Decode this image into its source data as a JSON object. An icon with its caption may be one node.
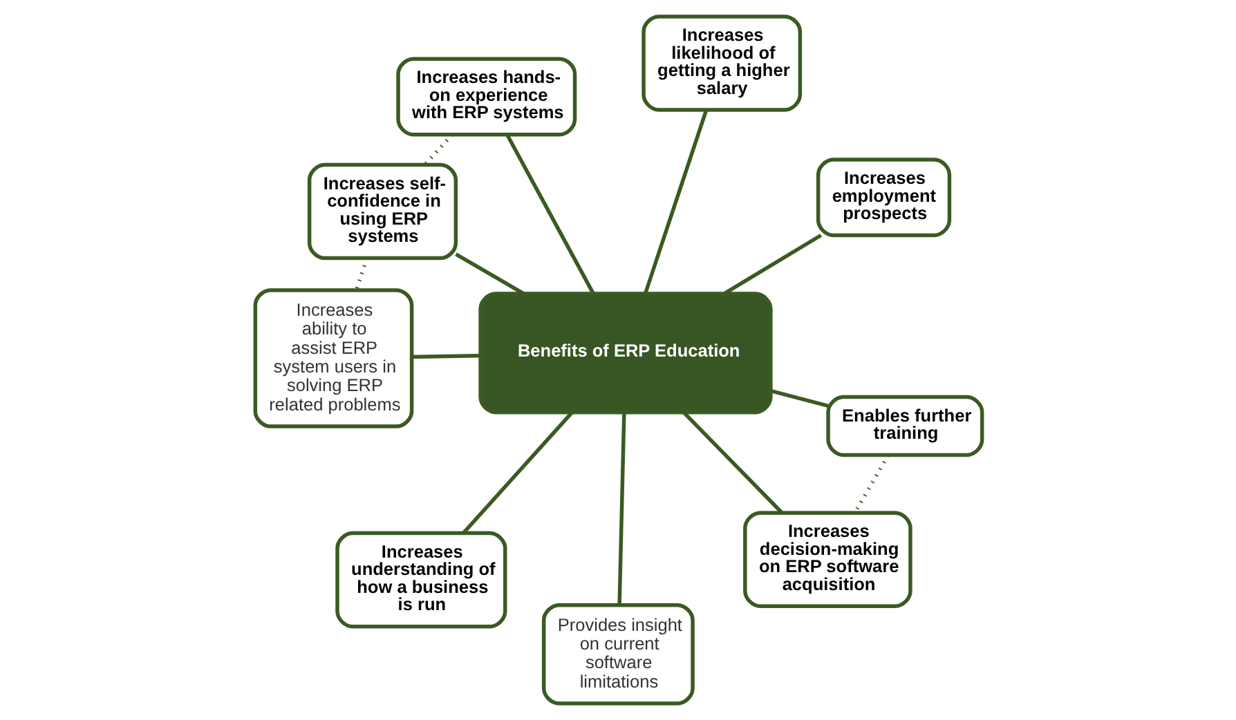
{
  "diagram": {
    "nodes": [
      {
        "text": [
          "Benefits of ERP Education"
        ]
      },
      {
        "text": [
          "Increases hands-on experience with ERP systems"
        ]
      },
      {
        "text": [
          "Increases self-confidence in using ERP systems"
        ]
      },
      {
        "text": [
          "Increases ability to assist ERP system users in solving ERP related problems"
        ]
      },
      {
        "text": [
          "Increases employment prospects"
        ]
      },
      {
        "text": [
          "Increases likelihood of getting a higher salary"
        ]
      },
      {
        "text": [
          "Increases understanding of how a business is run"
        ]
      },
      {
        "text": [
          "Enables further training"
        ]
      },
      {
        "text": [
          "Increases decision-making on ERP software acquisition"
        ]
      },
      {
        "text": [
          "Provides insight on current software limitations"
        ]
      }
    ],
    "edges": [
      {
        "from": 0,
        "to": 1,
        "arrow": "none"
      },
      {
        "from": 0,
        "to": 2,
        "arrow": "none"
      },
      {
        "from": 0,
        "to": 3,
        "arrow": "none"
      },
      {
        "from": 0,
        "to": 4,
        "arrow": "none"
      },
      {
        "from": 0,
        "to": 5,
        "arrow": "none"
      },
      {
        "from": 0,
        "to": 6,
        "arrow": "none"
      },
      {
        "from": 0,
        "to": 7,
        "arrow": "none"
      },
      {
        "from": 0,
        "to": 8,
        "arrow": "none"
      },
      {
        "from": 0,
        "to": 9,
        "arrow": "none"
      },
      {
        "from": 1,
        "to": 2,
        "arrow": "none",
        "style": "dashed"
      },
      {
        "from": 2,
        "to": 3,
        "arrow": "none",
        "style": "dashed"
      },
      {
        "from": 7,
        "to": 8,
        "arrow": "none",
        "style": "dashed"
      }
    ]
  }
}
